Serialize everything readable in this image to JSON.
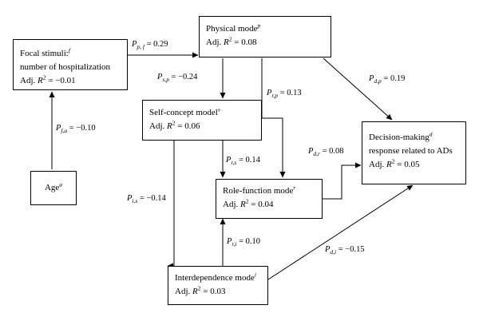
{
  "nodes": {
    "focal": {
      "title": "Focal stimuli:",
      "title_sup": "f",
      "line2": "number of hospitalization",
      "adj_prefix": "Adj. ",
      "r": "R",
      "r_exp": "2",
      "r_value": " = −0.01"
    },
    "physical": {
      "title": "Physical mode",
      "title_sup": "p",
      "adj_prefix": "Adj. ",
      "r": "R",
      "r_exp": "2",
      "r_value": " = 0.08"
    },
    "self_concept": {
      "title": "Self-concept model",
      "title_sup": "s",
      "adj_prefix": "Adj. ",
      "r": "R",
      "r_exp": "2",
      "r_value": " = 0.06"
    },
    "decision": {
      "title": "Decision-making",
      "title_sup": "d",
      "line2": "response related to ADs",
      "adj_prefix": "Adj. ",
      "r": "R",
      "r_exp": "2",
      "r_value": " = 0.05"
    },
    "age": {
      "title": "Age",
      "title_sup": "a"
    },
    "role_function": {
      "title": "Role-function mode",
      "title_sup": "r",
      "adj_prefix": "Adj. ",
      "r": "R",
      "r_exp": "2",
      "r_value": " = 0.04"
    },
    "interdependence": {
      "title": "Interdependence mode",
      "title_sup": "i",
      "adj_prefix": "Adj. ",
      "r": "R",
      "r_exp": "2",
      "r_value": " = 0.03"
    }
  },
  "paths": {
    "p_pf": {
      "sym": "P",
      "sub": "p, f",
      "value": " = 0.29"
    },
    "p_fa": {
      "sym": "P",
      "sub": "f,a",
      "value": " = −0.10"
    },
    "p_sp": {
      "sym": "P",
      "sub": "s,p",
      "value": " = −0.24"
    },
    "p_rp": {
      "sym": "P",
      "sub": "r,p",
      "value": " = 0.13"
    },
    "p_dp": {
      "sym": "P",
      "sub": "d,p",
      "value": " = 0.19"
    },
    "p_rs": {
      "sym": "P",
      "sub": "r,s",
      "value": " = 0.14"
    },
    "p_dr": {
      "sym": "P",
      "sub": "d,r",
      "value": " = 0.08"
    },
    "p_is": {
      "sym": "P",
      "sub": "i,s",
      "value": " = −0.14"
    },
    "p_ri": {
      "sym": "P",
      "sub": "r,i",
      "value": " = 0.10"
    },
    "p_di": {
      "sym": "P",
      "sub": "d,i",
      "value": " = −0.15"
    }
  }
}
